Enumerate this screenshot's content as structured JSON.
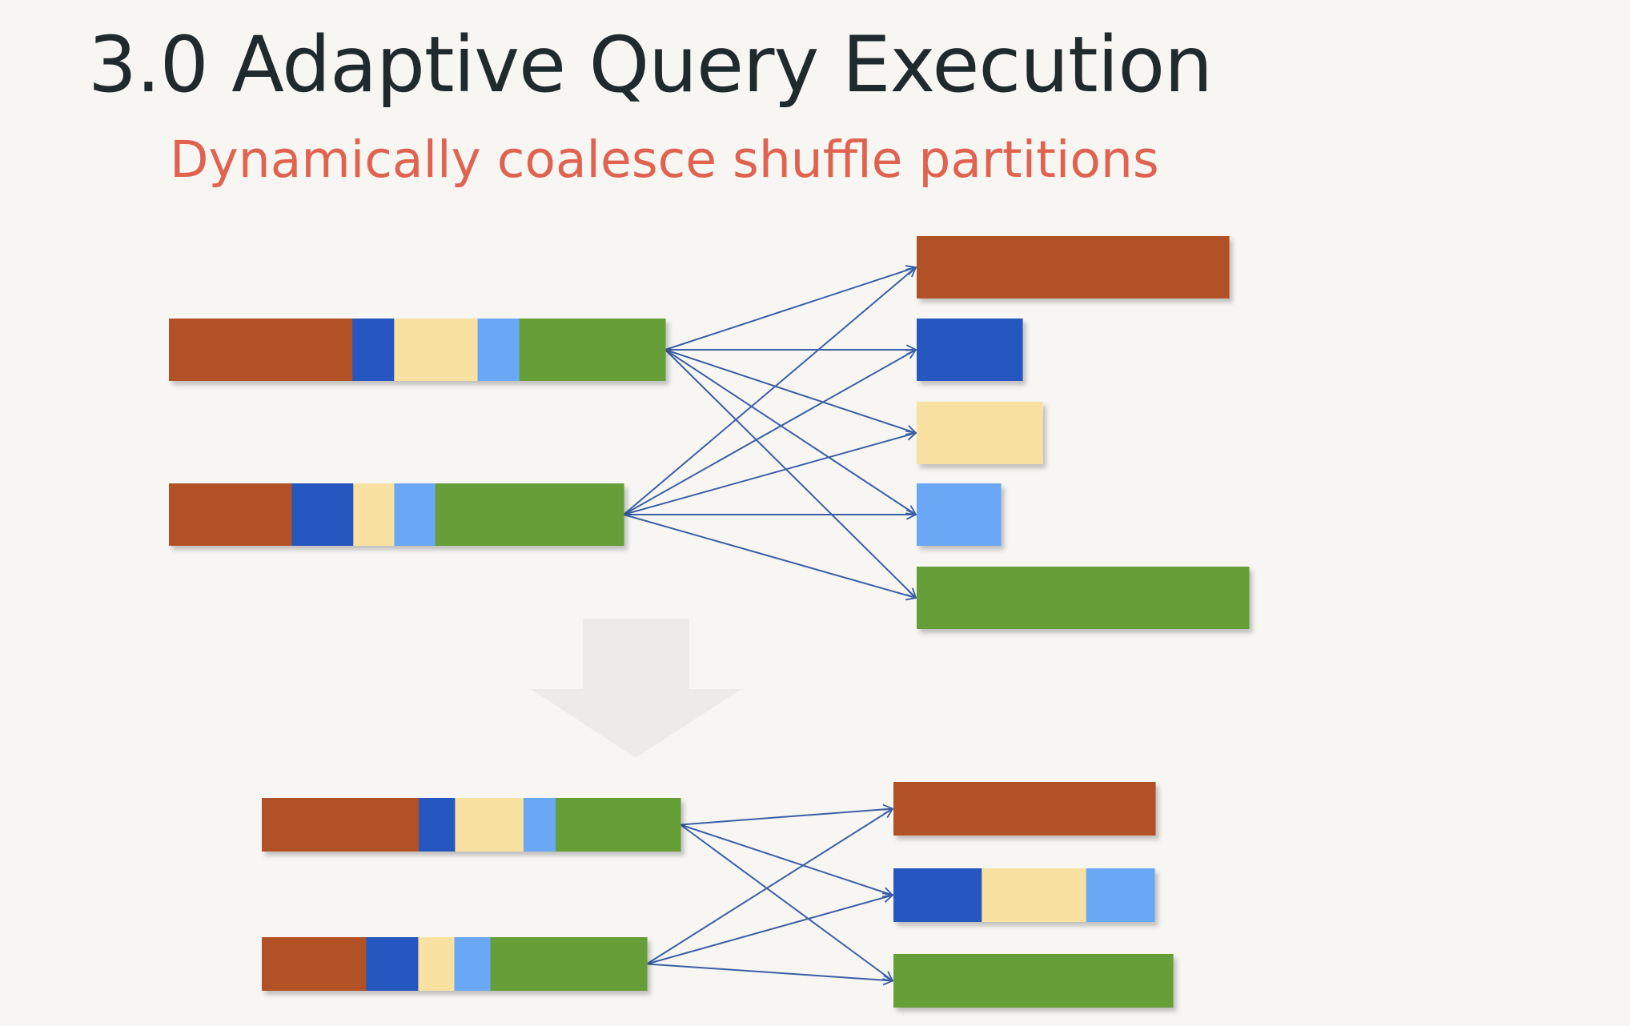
{
  "slide": {
    "title": "3.0 Adaptive Query Execution",
    "subtitle": "Dynamically coalesce shuffle partitions"
  },
  "colors": {
    "background": "#f7f6f3",
    "title": "#1f2a2d",
    "subtitle": "#e06350",
    "partition_a": "#b35126",
    "partition_b": "#2557c0",
    "partition_c": "#f9e1a1",
    "partition_d": "#6aa8f5",
    "partition_e": "#669e39",
    "arrow_line": "#3b5fa5",
    "transition_arrow": "#ecebe7"
  },
  "diagrams": [
    {
      "name": "before-coalesce",
      "source_partitions": [
        {
          "name": "source-row-1",
          "segments": [
            "partition_a",
            "partition_b",
            "partition_c",
            "partition_d",
            "partition_e"
          ],
          "relative_sizes": [
            4.4,
            1,
            2,
            1,
            3.5
          ]
        },
        {
          "name": "source-row-2",
          "segments": [
            "partition_a",
            "partition_b",
            "partition_c",
            "partition_d",
            "partition_e"
          ],
          "relative_sizes": [
            3,
            1.5,
            1,
            1,
            4.6
          ]
        }
      ],
      "target_partitions": [
        {
          "name": "target-partition-a",
          "segments": [
            "partition_a"
          ],
          "relative_size": 7.5
        },
        {
          "name": "target-partition-b",
          "segments": [
            "partition_b"
          ],
          "relative_size": 2.5
        },
        {
          "name": "target-partition-c",
          "segments": [
            "partition_c"
          ],
          "relative_size": 3
        },
        {
          "name": "target-partition-d",
          "segments": [
            "partition_d"
          ],
          "relative_size": 2
        },
        {
          "name": "target-partition-e",
          "segments": [
            "partition_e"
          ],
          "relative_size": 8
        }
      ]
    },
    {
      "name": "after-coalesce",
      "source_partitions": [
        {
          "name": "source-row-1",
          "segments": [
            "partition_a",
            "partition_b",
            "partition_c",
            "partition_d",
            "partition_e"
          ],
          "relative_sizes": [
            3.9,
            0.9,
            1.7,
            0.8,
            3.1
          ]
        },
        {
          "name": "source-row-2",
          "segments": [
            "partition_a",
            "partition_b",
            "partition_c",
            "partition_d",
            "partition_e"
          ],
          "relative_sizes": [
            2.6,
            1.3,
            0.9,
            0.9,
            3.9
          ]
        }
      ],
      "target_partitions": [
        {
          "name": "target-partition-a",
          "segments": [
            "partition_a"
          ],
          "relative_size": 6.5
        },
        {
          "name": "target-partition-bcd",
          "segments": [
            "partition_b",
            "partition_c",
            "partition_d"
          ],
          "relative_sizes": [
            2.2,
            2.6,
            1.7
          ]
        },
        {
          "name": "target-partition-e",
          "segments": [
            "partition_e"
          ],
          "relative_size": 7
        }
      ]
    }
  ]
}
